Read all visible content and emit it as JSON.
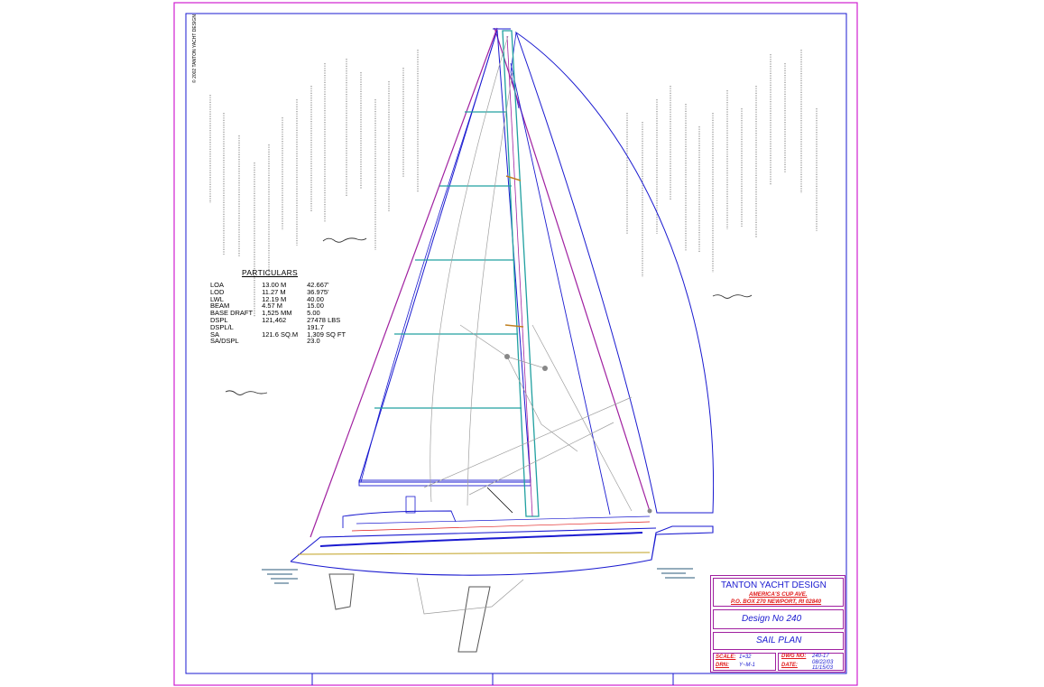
{
  "copyright": "© 2002 TANTON YACHT DESIGN",
  "particulars": {
    "title": "PARTICULARS",
    "rows": [
      {
        "label": "LOA",
        "metric": "13.00  M",
        "imperial": "42.667'"
      },
      {
        "label": "LOD",
        "metric": "11.27  M",
        "imperial": "36.975'"
      },
      {
        "label": "LWL",
        "metric": "12.19  M",
        "imperial": "40.00"
      },
      {
        "label": "BEAM",
        "metric": "4.57  M",
        "imperial": "15.00"
      },
      {
        "label": "BASE DRAFT",
        "metric": "1,525  MM",
        "imperial": "5.00"
      },
      {
        "label": "DSPL",
        "metric": "121,462",
        "imperial": "27478 LBS"
      },
      {
        "label": "DSPL/L",
        "metric": "",
        "imperial": "191.7"
      },
      {
        "label": "SA",
        "metric": "121.6  SQ.M",
        "imperial": "1,309  SQ FT"
      },
      {
        "label": "SA/DSPL",
        "metric": "",
        "imperial": "23.0"
      }
    ]
  },
  "title_block": {
    "firm": "TANTON  YACHT  DESIGN",
    "address_line1": "AMERICA'S CUP AVE.",
    "address_line2": "P.O. BOX 270 NEWPORT, RI 02840",
    "design": "Design  No  240",
    "drawing": "SAIL  PLAN",
    "scale_label": "SCALE:",
    "scale_value": "1=32",
    "drn_label": "DRN:",
    "drn_value": "Y~M-1",
    "dwg_label": "DWG NO:",
    "dwg_value": "240-17",
    "date_label": "DATE:",
    "date_value": "08/22/03",
    "date_value2": "11/15/03"
  },
  "colors": {
    "border": "#d020d0",
    "hull": "#1a1ad0",
    "mast": "#20a0a0",
    "stay": "#a020a0",
    "rigging": "#a0a0a0",
    "title_text": "#1a1ad0",
    "address_text": "#e01818"
  }
}
